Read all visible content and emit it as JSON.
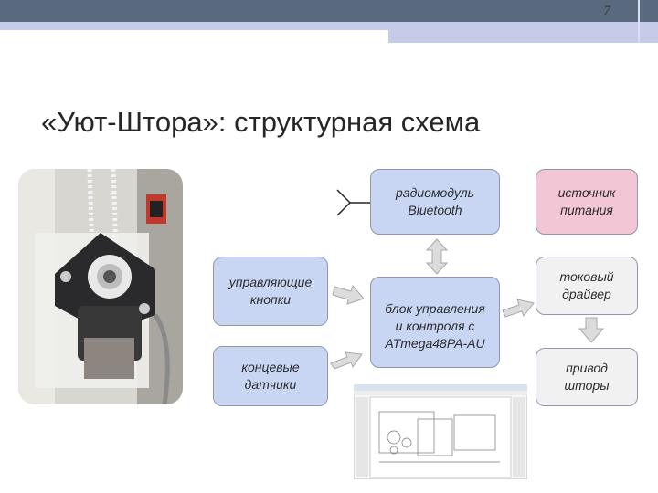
{
  "slide": {
    "page_number": "7",
    "title": "«Уют-Штора»: структурная схема",
    "colors": {
      "header_bar": "#5a6a7e",
      "header_stripe": "#c5cbe8",
      "blue_block": "#c8d6f4",
      "gray_block": "#f1f1f1",
      "pink_block": "#f3c6d6"
    }
  },
  "diagram": {
    "radio": "радиомодуль\nBluetooth",
    "power": "источник\nпитания",
    "buttons": "управляющие\nкнопки",
    "control": "блок управления\nи контроля с\nATmega48PA-AU",
    "driver": "токовый\nдрайвер",
    "sensors": "концевые\nдатчики",
    "actuator": "привод\nшторы"
  },
  "images": {
    "photo": "motor-photo",
    "screenshot": "cad-screenshot"
  }
}
